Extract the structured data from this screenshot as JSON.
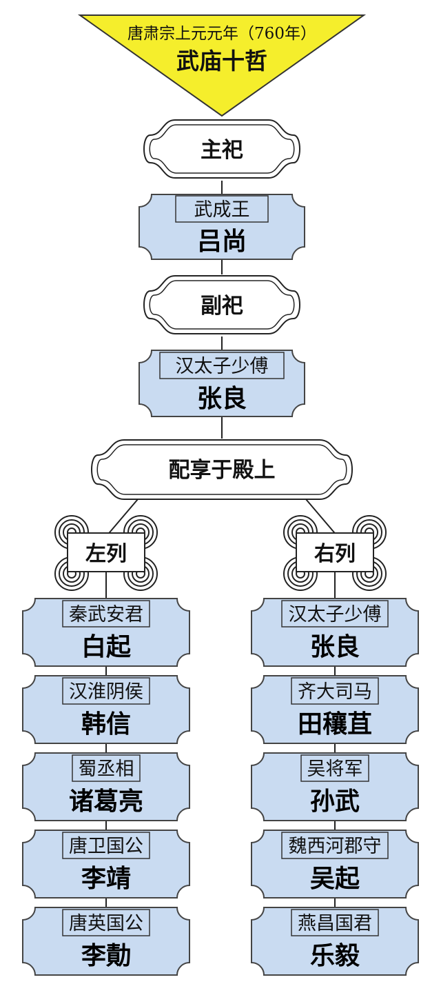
{
  "title": {
    "subtitle": "唐肃宗上元元年（760年）",
    "main": "武庙十哲"
  },
  "main_worship": {
    "label": "主祀",
    "person": {
      "honor": "武成王",
      "name": "吕尚"
    }
  },
  "secondary_worship": {
    "label": "副祀",
    "person": {
      "honor": "汉太子少傅",
      "name": "张良"
    }
  },
  "companions": {
    "label": "配享于殿上"
  },
  "left_column": {
    "label": "左列",
    "people": [
      {
        "honor": "秦武安君",
        "name": "白起"
      },
      {
        "honor": "汉淮阴侯",
        "name": "韩信"
      },
      {
        "honor": "蜀丞相",
        "name": "诸葛亮"
      },
      {
        "honor": "唐卫国公",
        "name": "李靖"
      },
      {
        "honor": "唐英国公",
        "name": "李勣"
      }
    ]
  },
  "right_column": {
    "label": "右列",
    "people": [
      {
        "honor": "汉太子少傅",
        "name": "张良"
      },
      {
        "honor": "齐大司马",
        "name": "田穰苴"
      },
      {
        "honor": "吴将军",
        "name": "孙武"
      },
      {
        "honor": "魏西河郡守",
        "name": "吴起"
      },
      {
        "honor": "燕昌国君",
        "name": "乐毅"
      }
    ]
  },
  "colors": {
    "title_fill": "#f5ee2c",
    "card_fill": "#c9dbf1",
    "card_stroke": "#444444",
    "cloud_fill": "#ffffff",
    "line": "#222222"
  }
}
